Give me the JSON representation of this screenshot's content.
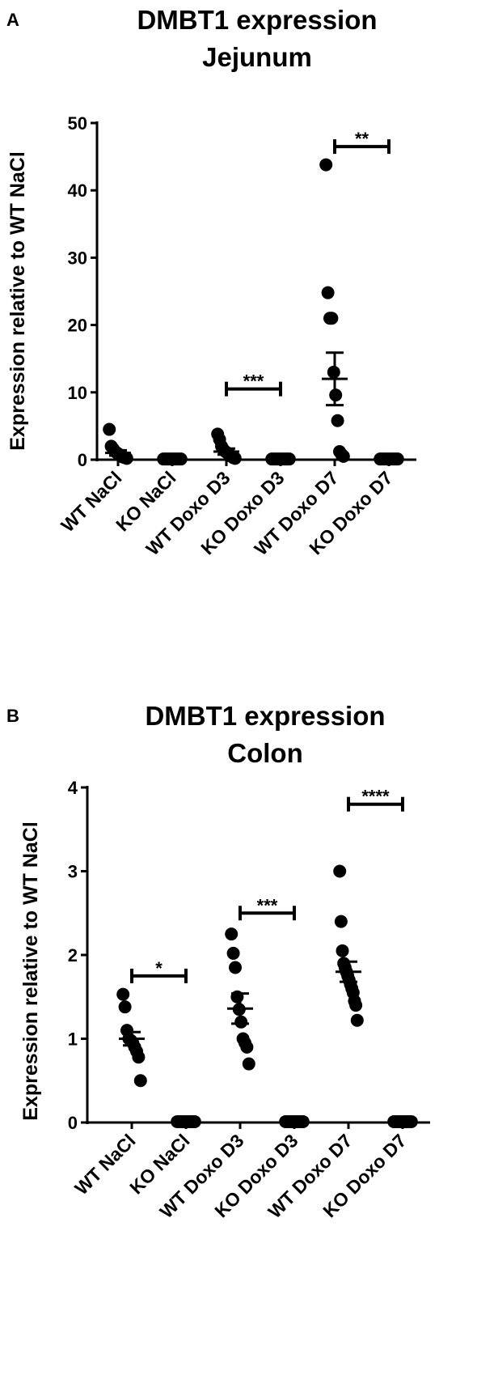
{
  "chart_data": [
    {
      "panel_letter": "A",
      "type": "scatter",
      "title": [
        "DMBT1 expression",
        "Jejunum"
      ],
      "ylabel": "Expression relative  to WT NaCl",
      "ylim": [
        0,
        50
      ],
      "yticks": [
        0,
        10,
        20,
        30,
        40,
        50
      ],
      "categories": [
        "WT NaCl",
        "KO NaCl",
        "WT Doxo D3",
        "KO Doxo D3",
        "WT Doxo D7",
        "KO Doxo D7"
      ],
      "series": [
        {
          "category": "WT NaCl",
          "values": [
            4.5,
            2.0,
            1.6,
            1.2,
            1.0,
            0.8,
            0.6,
            0.4,
            0.3,
            0.2
          ],
          "mean": 1.0,
          "sem": 0.4
        },
        {
          "category": "KO NaCl",
          "values": [
            0.1,
            0.1,
            0.1,
            0.1,
            0.1,
            0.1,
            0.1,
            0.1
          ],
          "mean": 0.1,
          "sem": 0.0
        },
        {
          "category": "WT Doxo D3",
          "values": [
            3.8,
            3.0,
            2.0,
            1.5,
            1.2,
            1.0,
            0.8,
            0.5,
            0.3,
            0.2
          ],
          "mean": 1.2,
          "sem": 0.45
        },
        {
          "category": "KO Doxo D3",
          "values": [
            0.1,
            0.1,
            0.1,
            0.1,
            0.1,
            0.1,
            0.1,
            0.1
          ],
          "mean": 0.1,
          "sem": 0.0
        },
        {
          "category": "WT Doxo D7",
          "values": [
            43.8,
            24.8,
            21.0,
            21.0,
            13.0,
            9.6,
            5.8,
            1.2,
            0.8,
            0.5
          ],
          "mean": 12.0,
          "sem": 3.9
        },
        {
          "category": "KO Doxo D7",
          "values": [
            0.1,
            0.1,
            0.1,
            0.1,
            0.1,
            0.1,
            0.1,
            0.1
          ],
          "mean": 0.1,
          "sem": 0.0
        }
      ],
      "significance": [
        {
          "from": "WT Doxo D3",
          "to": "KO Doxo D3",
          "y": 10.5,
          "label": "***"
        },
        {
          "from": "WT Doxo D7",
          "to": "KO Doxo D7",
          "y": 46.5,
          "label": "**"
        }
      ]
    },
    {
      "panel_letter": "B",
      "type": "scatter",
      "title": [
        "DMBT1 expression",
        "Colon"
      ],
      "ylabel": "Expression relative  to WT NaCl",
      "ylim": [
        0,
        4
      ],
      "yticks": [
        0,
        1,
        2,
        3,
        4
      ],
      "categories": [
        "WT NaCl",
        "KO NaCl",
        "WT Doxo D3",
        "KO Doxo D3",
        "WT Doxo D7",
        "KO Doxo D7"
      ],
      "series": [
        {
          "category": "WT NaCl",
          "values": [
            1.53,
            1.38,
            1.1,
            1.0,
            0.98,
            0.95,
            0.9,
            0.85,
            0.78,
            0.5
          ],
          "mean": 1.0,
          "sem": 0.08
        },
        {
          "category": "KO NaCl",
          "values": [
            0.01,
            0.01,
            0.01,
            0.01,
            0.01,
            0.01,
            0.01,
            0.01
          ],
          "mean": 0.01,
          "sem": 0.0
        },
        {
          "category": "WT Doxo D3",
          "values": [
            2.25,
            2.02,
            1.85,
            1.5,
            1.35,
            1.2,
            1.0,
            0.95,
            0.9,
            0.7
          ],
          "mean": 1.36,
          "sem": 0.18
        },
        {
          "category": "KO Doxo D3",
          "values": [
            0.01,
            0.01,
            0.01,
            0.01,
            0.01,
            0.01,
            0.01,
            0.01
          ],
          "mean": 0.01,
          "sem": 0.0
        },
        {
          "category": "WT Doxo D7",
          "values": [
            3.0,
            2.4,
            2.05,
            1.9,
            1.85,
            1.8,
            1.75,
            1.7,
            1.65,
            1.6,
            1.55,
            1.45,
            1.4,
            1.22
          ],
          "mean": 1.8,
          "sem": 0.12
        },
        {
          "category": "KO Doxo D7",
          "values": [
            0.01,
            0.01,
            0.01,
            0.01,
            0.01,
            0.01,
            0.01,
            0.01
          ],
          "mean": 0.01,
          "sem": 0.0
        }
      ],
      "significance": [
        {
          "from": "WT NaCl",
          "to": "KO NaCl",
          "y": 1.75,
          "label": "*"
        },
        {
          "from": "WT Doxo D3",
          "to": "KO Doxo D3",
          "y": 2.5,
          "label": "***"
        },
        {
          "from": "WT Doxo D7",
          "to": "KO Doxo D7",
          "y": 3.8,
          "label": "****"
        }
      ]
    }
  ]
}
